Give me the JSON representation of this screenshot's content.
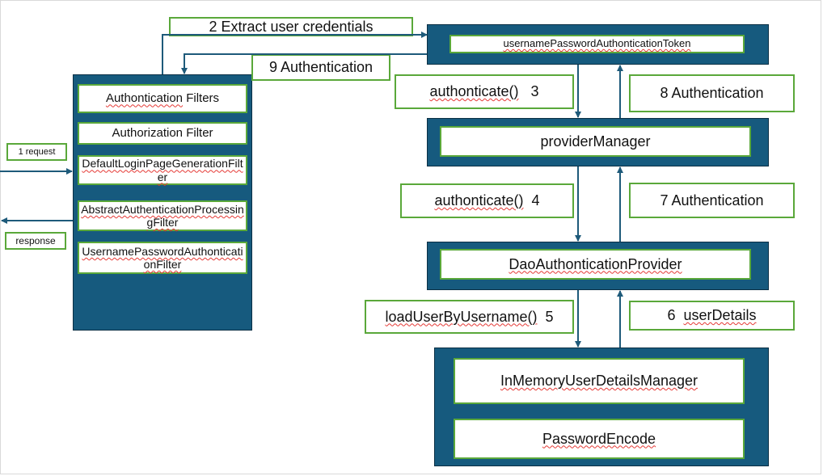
{
  "colors": {
    "container_fill": "#165a7e",
    "box_border": "#5aa83a",
    "arrow": "#1e5a7a",
    "spellcheck_underline": "#e53935"
  },
  "filter_chain": {
    "items": [
      {
        "word": "Authontication",
        "rest": " Filters"
      },
      {
        "word": "Authorization",
        "rest": " Filter"
      },
      {
        "text": "DefaultLoginPageGenerationFilter"
      },
      {
        "text": "AbstractAuthenticationProcessingFilter"
      },
      {
        "text": "UsernamePasswordAuthonticationFilter"
      }
    ]
  },
  "request_label": "1 request",
  "response_label": "response",
  "extract_label": "2 Extract user credentials",
  "token_label": "usernamePasswordAuthonticationToken",
  "auth9_label": "9 Authentication",
  "authenticate3": {
    "word": "authonticate()",
    "num": "3"
  },
  "auth8_label": "8 Authentication",
  "provider_manager_label": "providerManager",
  "authenticate4": {
    "word": "authonticate()",
    "num": "4"
  },
  "auth7_label": "7 Authentication",
  "dao_provider_label": "DaoAuthonticationProvider",
  "load_user5": {
    "word": "loadUserByUsername()",
    "num": "5"
  },
  "user_details6": {
    "num": "6",
    "word": "userDetails"
  },
  "user_details_manager_label": "InMemoryUserDetailsManager",
  "password_encoder_label": "PasswordEncode"
}
